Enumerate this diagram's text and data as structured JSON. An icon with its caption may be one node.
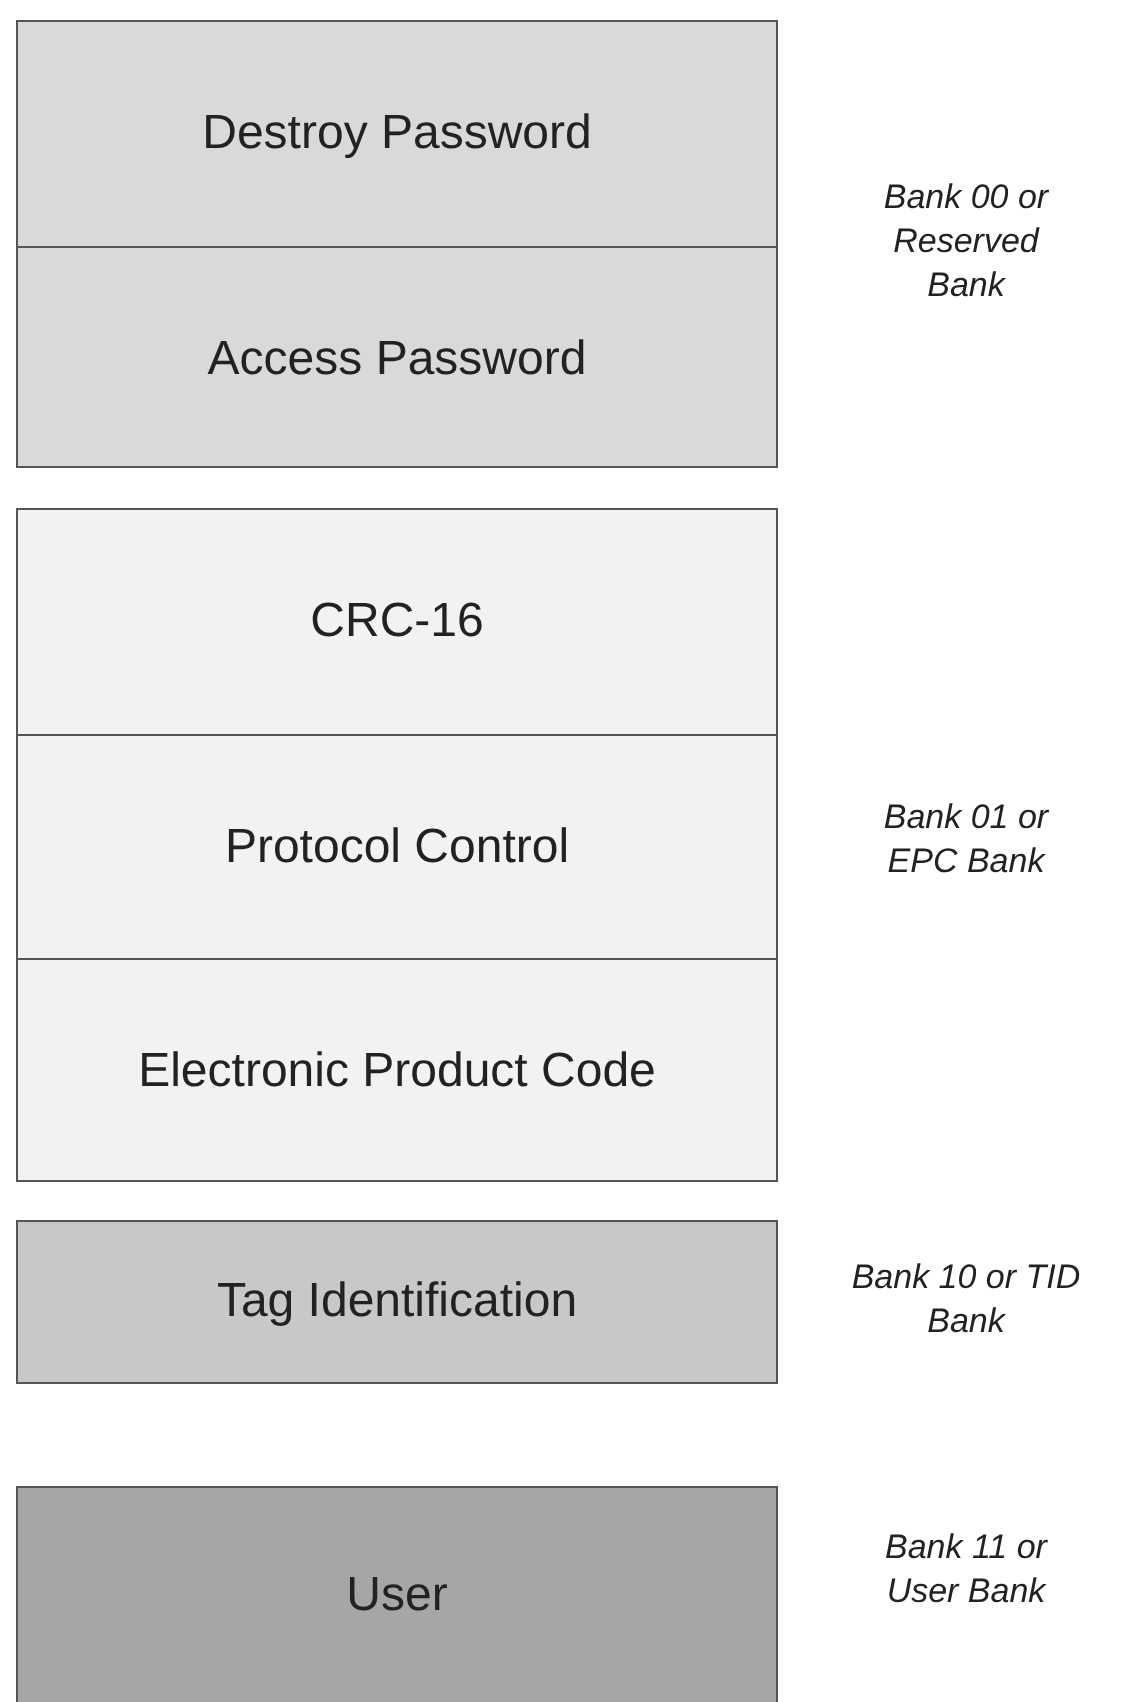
{
  "diagram": {
    "nodes": [
      {
        "text": [],
        "shape": "box",
        "beside": [
          "Bank 00 or Reserved Bank"
        ]
      },
      {
        "text": [
          "Destroy Password"
        ],
        "in": 0
      },
      {
        "text": [
          "Access Password"
        ],
        "in": 0
      },
      {
        "text": [],
        "shape": "box",
        "beside": [
          "Bank 01 or EPC Bank"
        ]
      },
      {
        "text": [
          "CRC-16"
        ],
        "in": 3
      },
      {
        "text": [
          "Protocol Control"
        ],
        "in": 3
      },
      {
        "text": [
          "Electronic Product Code"
        ],
        "in": 3
      },
      {
        "text": [],
        "shape": "box",
        "beside": [
          "Bank 10 or TID Bank"
        ]
      },
      {
        "text": [
          "Tag Identification"
        ],
        "in": 7
      },
      {
        "text": [],
        "shape": "box",
        "beside": [
          "Bank 11 or User Bank"
        ]
      },
      {
        "text": [
          "User"
        ],
        "in": 9
      }
    ]
  }
}
